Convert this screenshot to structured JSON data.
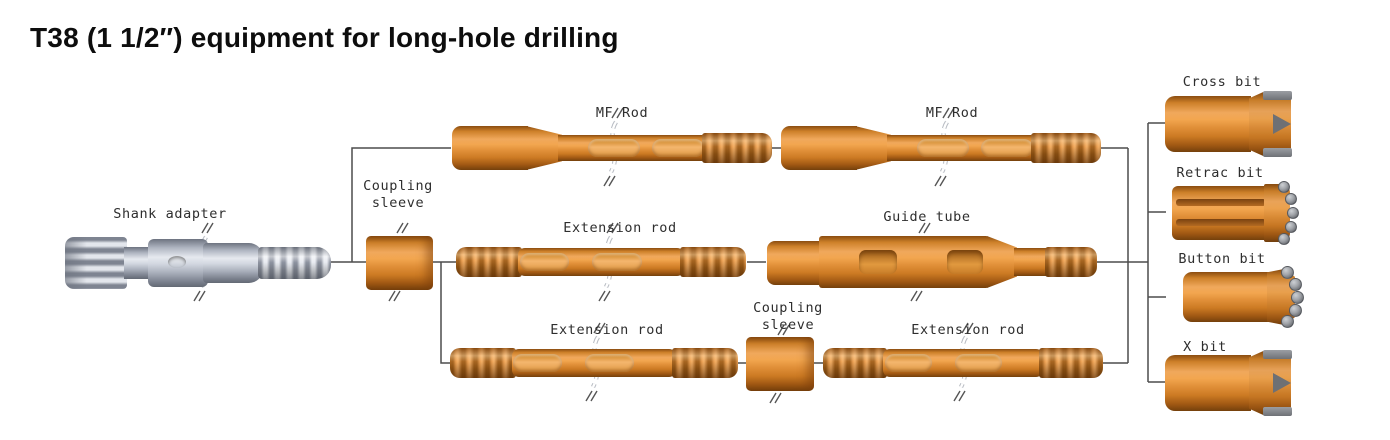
{
  "title": "T38 (1 1/2″) equipment for long-hole drilling",
  "components": {
    "shank_adapter": {
      "label": "Shank adapter"
    },
    "coupling_sleeve_top": {
      "label": "Coupling sleeve"
    },
    "mf_rod_1": {
      "label": "MF Rod"
    },
    "mf_rod_2": {
      "label": "MF Rod"
    },
    "extension_rod_mid": {
      "label": "Extension rod"
    },
    "guide_tube": {
      "label": "Guide tube"
    },
    "extension_rod_bottom_left": {
      "label": "Extension rod"
    },
    "coupling_sleeve_bottom": {
      "label": "Coupling sleeve"
    },
    "extension_rod_bottom_right": {
      "label": "Extension rod"
    },
    "cross_bit": {
      "label": "Cross bit"
    },
    "retrac_bit": {
      "label": "Retrac bit"
    },
    "button_bit": {
      "label": "Button bit"
    },
    "x_bit": {
      "label": "X bit"
    }
  },
  "colors": {
    "rod_orange": "#E0913A",
    "steel_gray": "#C9CED8",
    "carbide_insert_gray": "#7D8084",
    "connector_line": "#4D4D4D",
    "background": "#FFFFFF",
    "text": "#2E2E2E"
  }
}
